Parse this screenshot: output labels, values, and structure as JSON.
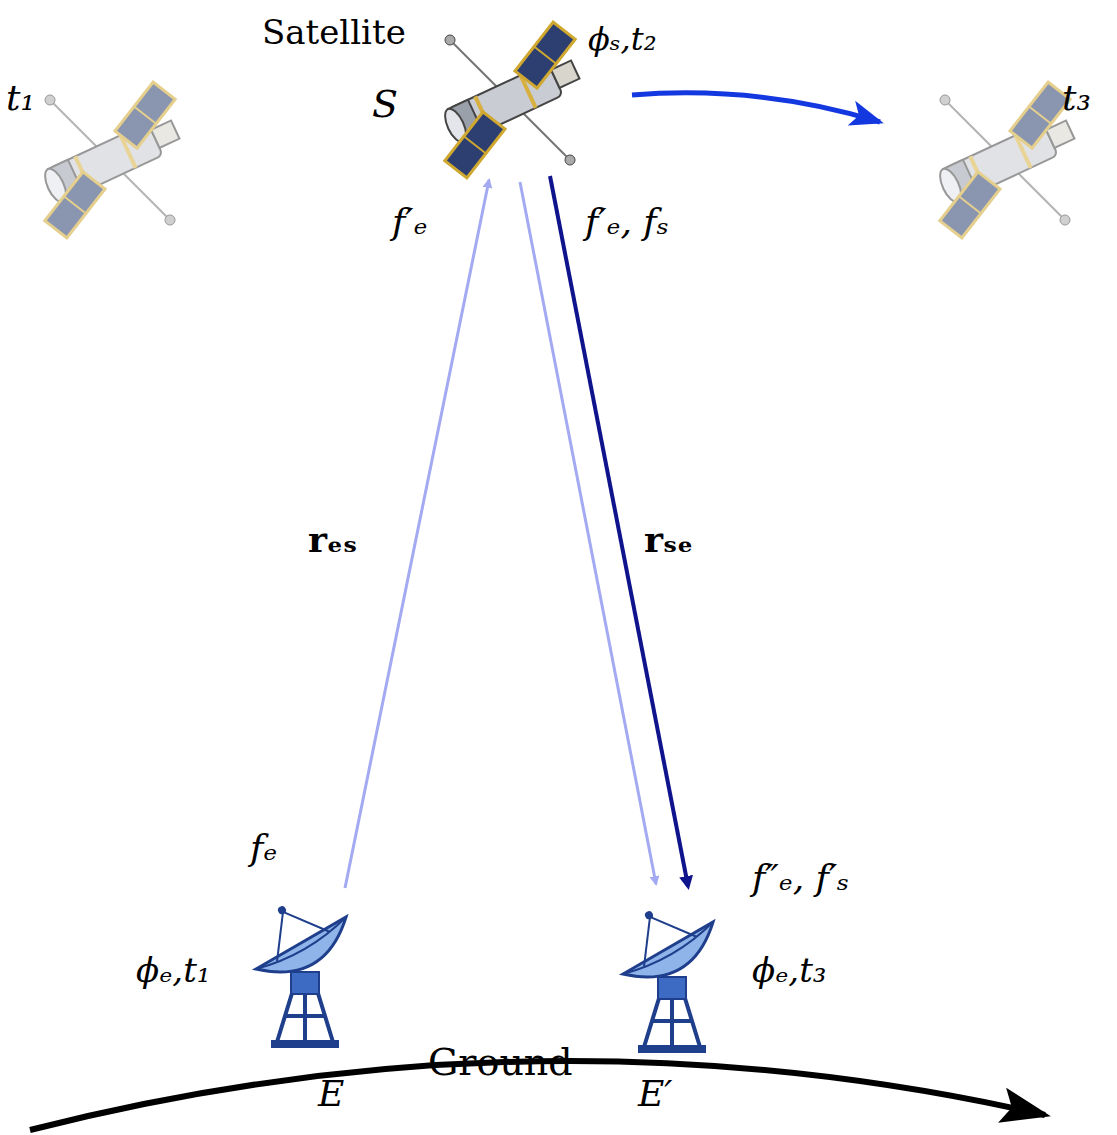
{
  "diagram": {
    "labels": [
      "t₁",
      "Satellite",
      "ϕₛ,t₂",
      "t₃",
      "S",
      "f′ₑ",
      "f′ₑ, fₛ",
      "rₑₛ",
      "rₛₑ",
      "fₑ",
      "f″ₑ, f′ₛ",
      "ϕₑ,t₁",
      "ϕₑ,t₃",
      "Ground",
      "E",
      "E′"
    ]
  }
}
